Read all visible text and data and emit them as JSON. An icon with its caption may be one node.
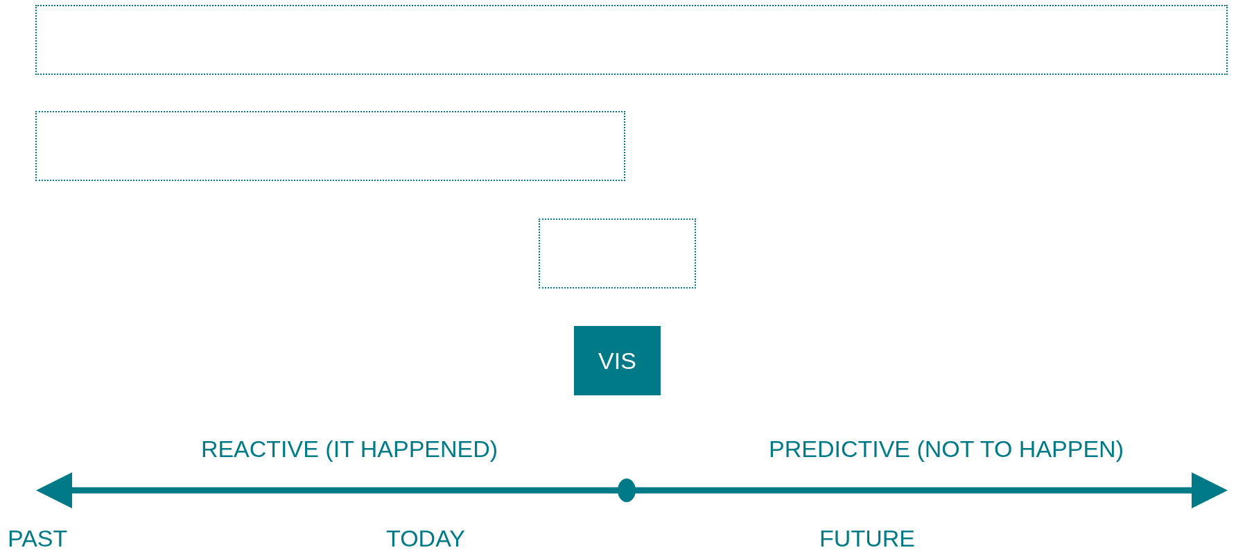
{
  "diagram": {
    "nodes": [
      {
        "text": [],
        "shape": "box"
      },
      {
        "text": [],
        "shape": "box"
      },
      {
        "text": [],
        "shape": "box"
      },
      {
        "text": [
          "VIS"
        ]
      }
    ],
    "labels": [
      "REACTIVE (IT HAPPENED)",
      "PREDICTIVE (NOT TO HAPPEN)",
      "PAST",
      "TODAY",
      "FUTURE"
    ]
  }
}
